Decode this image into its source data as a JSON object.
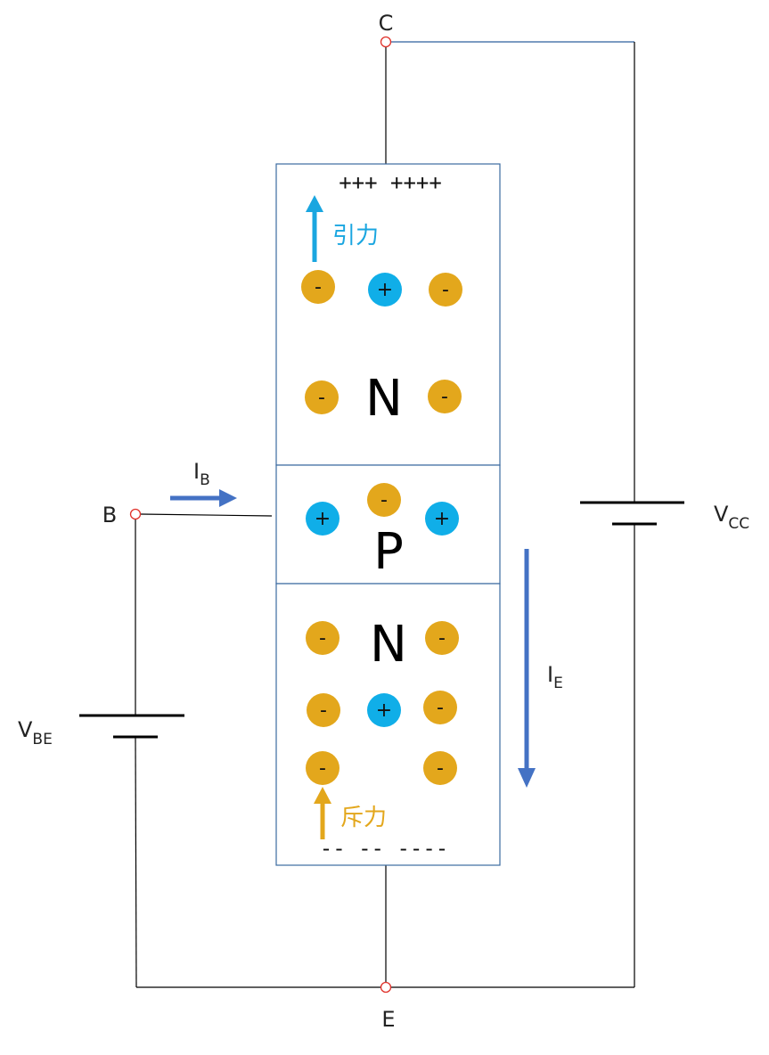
{
  "terminals": {
    "collector": "C",
    "base": "B",
    "emitter": "E"
  },
  "regions": {
    "top": "N",
    "middle": "P",
    "bottom": "N"
  },
  "top_edge_charges": "+++ ++++",
  "bottom_edge_charges": "-- -- ----",
  "forces": {
    "attraction": "引力",
    "repulsion": "斥力"
  },
  "currents": {
    "base": {
      "main": "I",
      "sub": "B"
    },
    "emitter": {
      "main": "I",
      "sub": "E"
    }
  },
  "voltages": {
    "vbe": {
      "main": "V",
      "sub": "BE"
    },
    "vcc": {
      "main": "V",
      "sub": "CC"
    }
  },
  "charge_symbols": {
    "negative": "-",
    "positive": "+"
  },
  "colors": {
    "electron": "#e3a71c",
    "hole": "#10aee8",
    "current_arrow": "#4472c4",
    "attraction": "#1aa6e0",
    "repulsion": "#e3a71c",
    "terminal": "#e0312a"
  }
}
